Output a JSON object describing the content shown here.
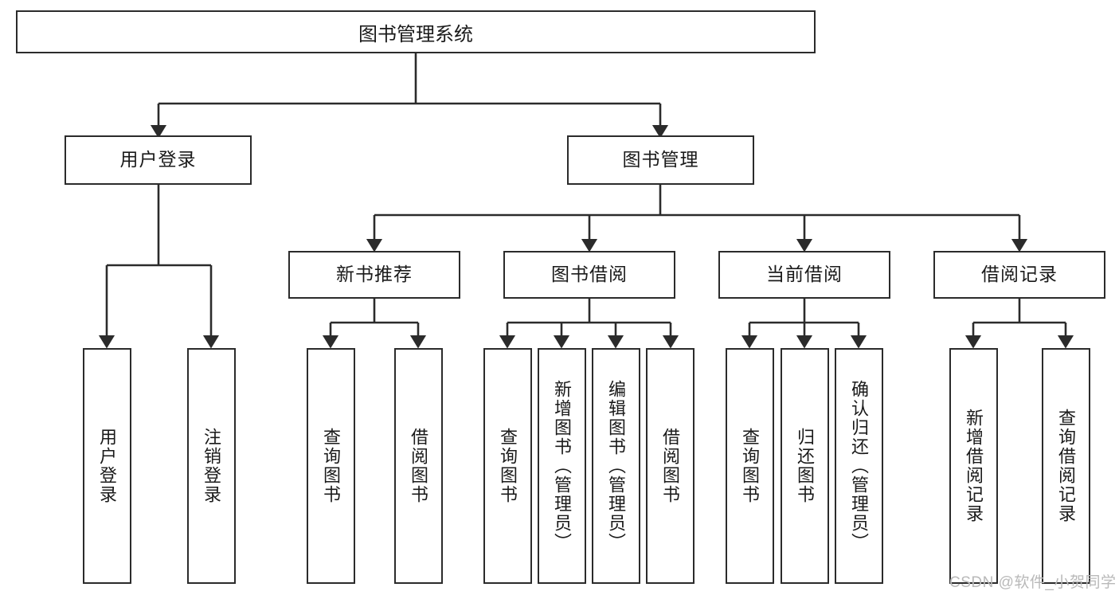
{
  "diagram": {
    "title": "图书管理系统",
    "type": "hierarchy-tree",
    "orientation": "top-down",
    "colors": {
      "box_border": "#2b2b2b",
      "box_fill": "#ffffff",
      "connector": "#2b2b2b",
      "text": "#1a1a1a",
      "watermark": "#b9b9b9",
      "background": "#ffffff"
    },
    "root": {
      "label": "图书管理系统"
    },
    "level2": [
      {
        "label": "用户登录"
      },
      {
        "label": "图书管理"
      }
    ],
    "level3": [
      {
        "label": "新书推荐"
      },
      {
        "label": "图书借阅"
      },
      {
        "label": "当前借阅"
      },
      {
        "label": "借阅记录"
      }
    ],
    "leaves": {
      "user_login": [
        {
          "label": "用户登录"
        },
        {
          "label": "注销登录"
        }
      ],
      "new_book_recommend": [
        {
          "label": "查询图书"
        },
        {
          "label": "借阅图书"
        }
      ],
      "book_borrow": [
        {
          "label": "查询图书"
        },
        {
          "label": "新增图书（管理员）"
        },
        {
          "label": "编辑图书（管理员）"
        },
        {
          "label": "借阅图书"
        }
      ],
      "current_borrow": [
        {
          "label": "查询图书"
        },
        {
          "label": "归还图书"
        },
        {
          "label": "确认归还（管理员）"
        }
      ],
      "borrow_record": [
        {
          "label": "新增借阅记录"
        },
        {
          "label": "查询借阅记录"
        }
      ]
    },
    "watermark": "CSDN @软件_小贺同学"
  }
}
